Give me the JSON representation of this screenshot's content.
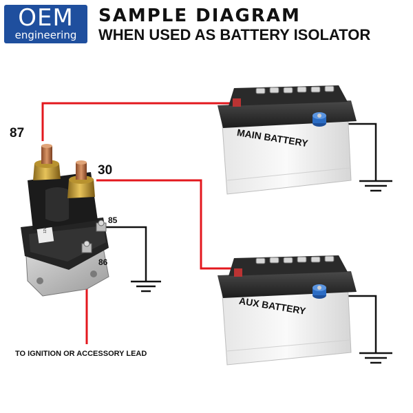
{
  "logo": {
    "main": "OEM",
    "sub": "engineering"
  },
  "header": {
    "title": "SAMPLE DIAGRAM",
    "subtitle": "WHEN USED AS BATTERY ISOLATOR"
  },
  "terminals": {
    "t87": "87",
    "t30": "30",
    "t85": "85",
    "t86": "86"
  },
  "batteries": {
    "main": "MAIN BATTERY",
    "aux": "AUX BATTERY"
  },
  "solenoid_label": "12V DC",
  "ignition_label": "TO IGNITION OR ACCESSORY LEAD",
  "colors": {
    "wire_positive": "#e3171d",
    "wire_ground": "#111111",
    "logo_bg": "#1f4f9e",
    "battery_post": "#2b6cc4"
  },
  "icons": {
    "ground": "ground-symbol-icon",
    "battery": "car-battery-icon",
    "solenoid": "relay-solenoid-icon"
  }
}
